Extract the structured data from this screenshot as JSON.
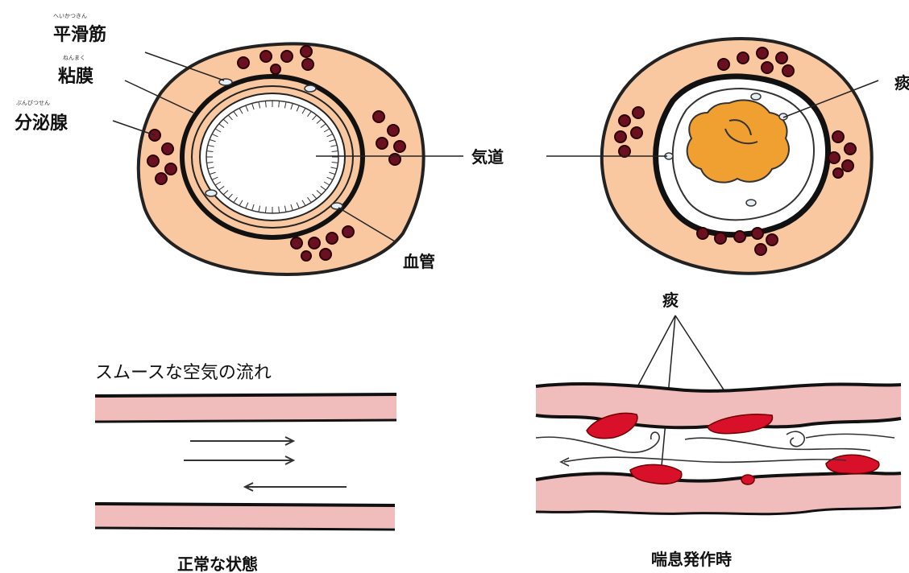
{
  "labels": {
    "smooth_muscle": "平滑筋",
    "smooth_muscle_ruby": "へいかつきん",
    "mucosa": "粘膜",
    "mucosa_ruby": "ねんまく",
    "gland": "分泌腺",
    "gland_ruby": "ぶんぴつせん",
    "airway": "気道",
    "blood_vessel": "血管",
    "phlegm_top": "痰",
    "phlegm_bottom": "痰",
    "smooth_flow": "スムースな空気の流れ",
    "normal_state": "正常な状態",
    "asthma_attack": "喘息発作時"
  },
  "colors": {
    "tissue": "#f9c7a0",
    "wall_pink": "#f0bcbc",
    "gland_dark": "#6b1020",
    "phlegm_orange": "#f0a030",
    "phlegm_red": "#d8102a",
    "outline": "#111111"
  }
}
